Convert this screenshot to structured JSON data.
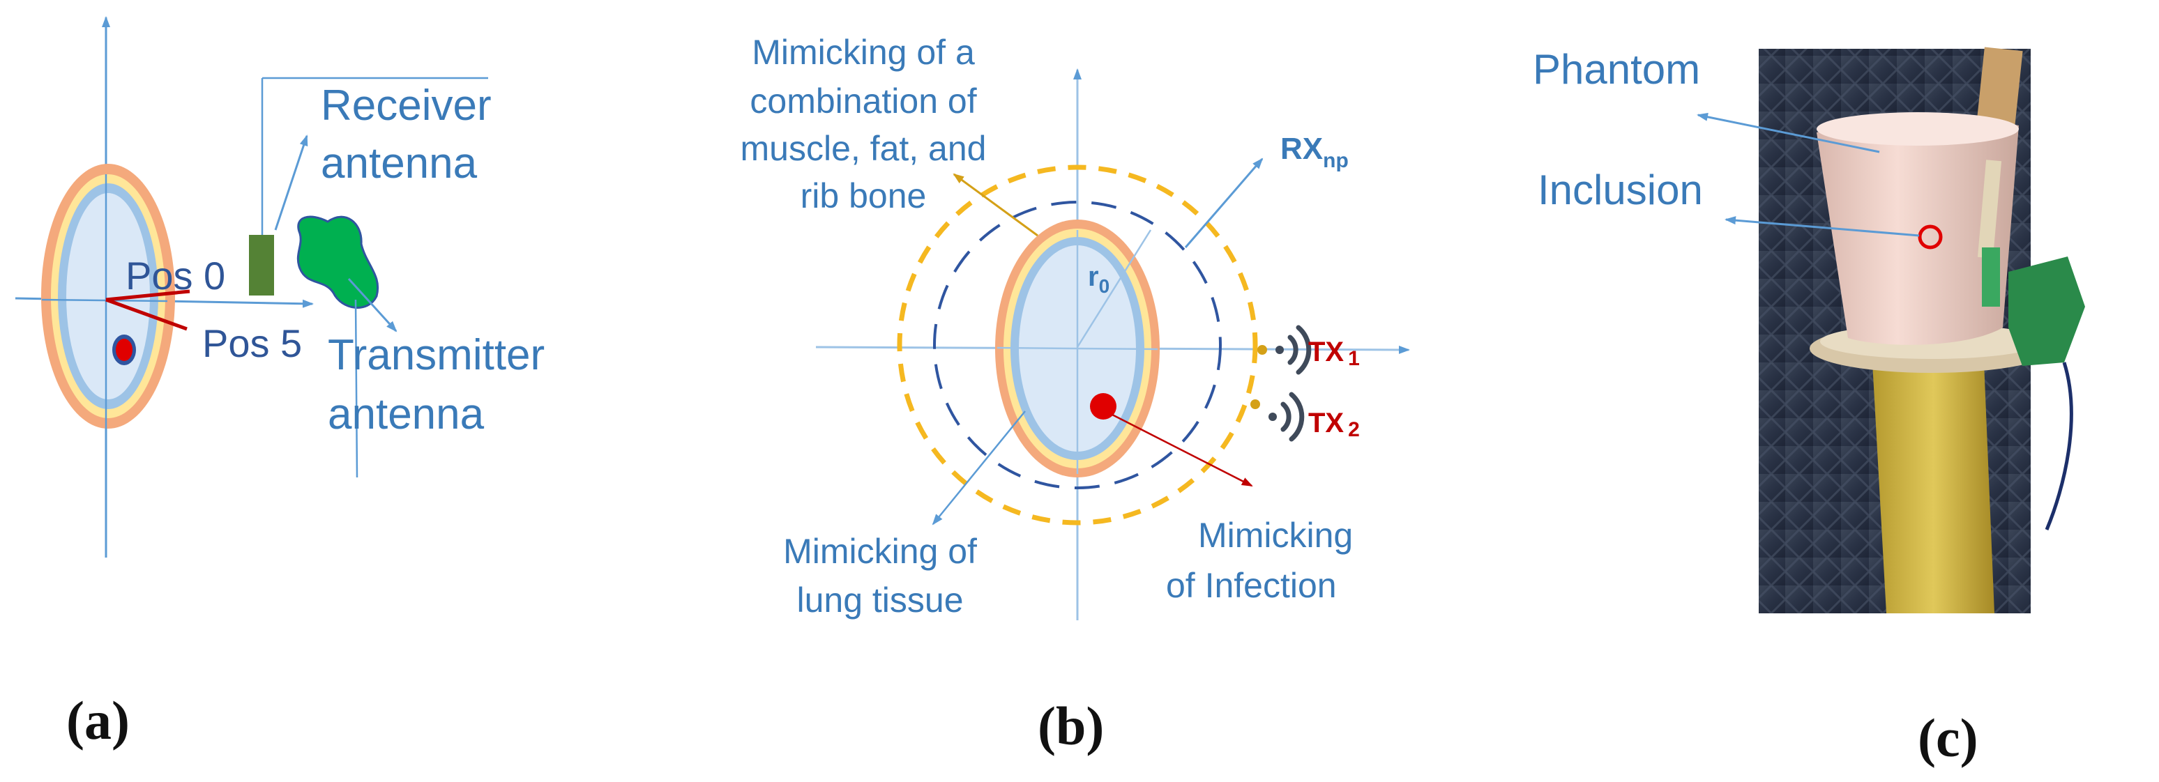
{
  "panels": {
    "a": {
      "caption": "(a)",
      "receiver_line1": "Receiver",
      "receiver_line2": "antenna",
      "transmitter_line1": "Transmitter",
      "transmitter_line2": "antenna",
      "pos0": "Pos 0",
      "pos5": "Pos 5"
    },
    "b": {
      "caption": "(b)",
      "muscle_line1": "Mimicking of a",
      "muscle_line2": "combination of",
      "muscle_line3": "muscle, fat, and",
      "muscle_line4": "rib bone",
      "rx_main": "RX",
      "rx_sub": "np",
      "r_main": "r",
      "r_sub": "0",
      "tx1_main": "TX",
      "tx1_sub": "1",
      "tx2_main": "TX",
      "tx2_sub": "2",
      "lung_line1": "Mimicking of",
      "lung_line2": "lung tissue",
      "infection_line1": "Mimicking",
      "infection_line2": "of  Infection"
    },
    "c": {
      "caption": "(c)",
      "phantom": "Phantom",
      "inclusion": "Inclusion"
    }
  },
  "colors": {
    "label_blue": "#3a7ab8",
    "ring_orange": "#f4a97c",
    "ring_yellow": "#ffe699",
    "ring_blue": "#9dc3e6",
    "interior": "#dae8f7",
    "dashed_gold": "#f5b820",
    "dashed_navy": "#2f55a0",
    "inclusion_red": "#e00000",
    "receiver_green": "#548235",
    "transmitter_green": "#00b050",
    "tx_red": "#c00000"
  }
}
